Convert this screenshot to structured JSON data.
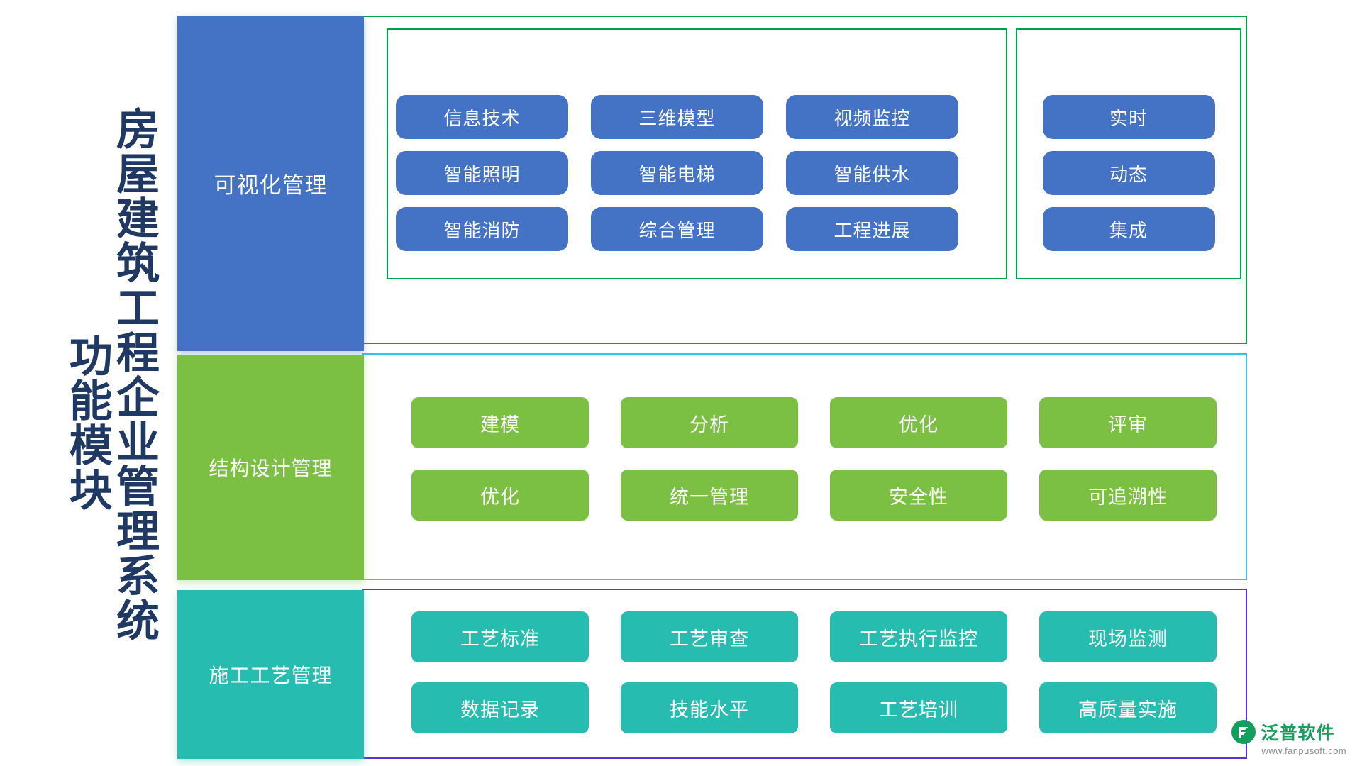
{
  "title": {
    "main": "房屋建筑工程企业管理系统",
    "sub": "功能模块",
    "color": "#1F3864"
  },
  "rows": [
    {
      "category": "可视化管理",
      "accent": "#4472C4",
      "border_color": "#00A14B",
      "group_a": [
        "信息技术",
        "三维模型",
        "视频监控",
        "智能照明",
        "智能电梯",
        "智能供水",
        "智能消防",
        "综合管理",
        "工程进展"
      ],
      "group_b": [
        "实时",
        "动态",
        "集成"
      ]
    },
    {
      "category": "结构设计管理",
      "accent": "#7BC043",
      "border_color": "#37C0F0",
      "items": [
        "建模",
        "分析",
        "优化",
        "评审",
        "优化",
        "统一管理",
        "安全性",
        "可追溯性"
      ]
    },
    {
      "category": "施工工艺管理",
      "accent": "#26BDB0",
      "border_color": "#5B31E0",
      "items": [
        "工艺标准",
        "工艺审查",
        "工艺执行监控",
        "现场监测",
        "数据记录",
        "技能水平",
        "工艺培训",
        "高质量实施"
      ]
    }
  ],
  "logo": {
    "mark": "fanpu-logo-icon",
    "name": "泛普软件",
    "url": "www.fanpusoft.com",
    "color": "#13A05C"
  }
}
